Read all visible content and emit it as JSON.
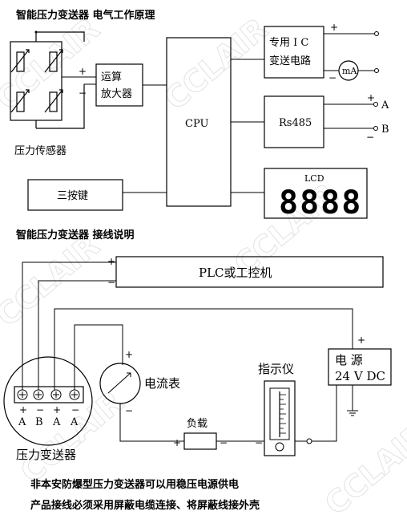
{
  "titles": {
    "principle": "智能压力变送器 电气工作原理",
    "wiring": "智能压力变送器 接线说明"
  },
  "principle": {
    "op_amp": [
      "运算",
      "放大器"
    ],
    "bridge_label": "压力传感器",
    "cpu": "CPU",
    "ic_box": [
      "专用 I C",
      "变送电路"
    ],
    "meter": "mA",
    "rs485": "Rs485",
    "port_a": "A",
    "port_b": "B",
    "keys": "三按键",
    "lcd_label": "LCD",
    "lcd_digits": "8888",
    "plus": "+",
    "minus": "−"
  },
  "wiring": {
    "plc": "PLC或工控机",
    "ammeter": "电流表",
    "load": "负载",
    "indicator": "指示仪",
    "power": [
      "电 源",
      "24 V DC"
    ],
    "transmitter": "压力变送器",
    "terminals": [
      "A",
      "B",
      "A",
      "A"
    ],
    "terminal_signs": [
      "+",
      "−",
      "+",
      "−"
    ]
  },
  "notes": [
    "非本安防爆型压力变送器可以用稳压电源供电",
    "产品接线必须采用屏蔽电缆连接、将屏蔽线接外壳"
  ],
  "watermark": "CCLAIR"
}
